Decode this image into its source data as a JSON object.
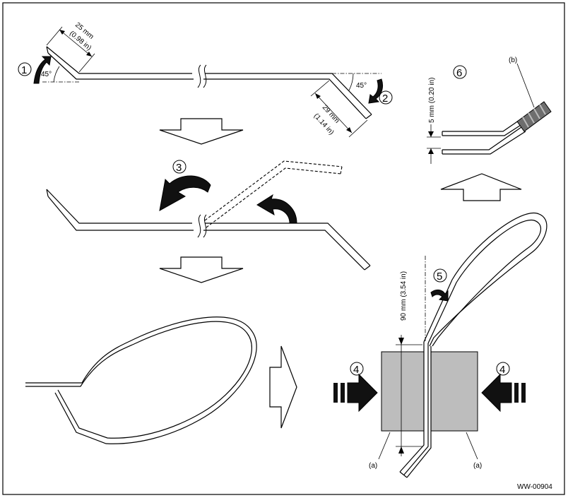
{
  "steps": [
    "1",
    "2",
    "3",
    "4",
    "4",
    "5",
    "6"
  ],
  "dimensions": {
    "len_25": "25 mm",
    "len_25_in": "(0.98 in)",
    "len_29": "29 mm",
    "len_29_in": "(1.14 in)",
    "angle_left": "45°",
    "angle_right": "45°",
    "gap": "5 mm (0.20 in)",
    "depth": "90 mm (3.54 in)"
  },
  "labels": {
    "block_left": "(a)",
    "block_right": "(a)",
    "tape": "(b)"
  },
  "figure_id": "WW-00904",
  "colors": {
    "block_fill": "#bdbdbd",
    "line": "#000000",
    "background": "#ffffff"
  }
}
